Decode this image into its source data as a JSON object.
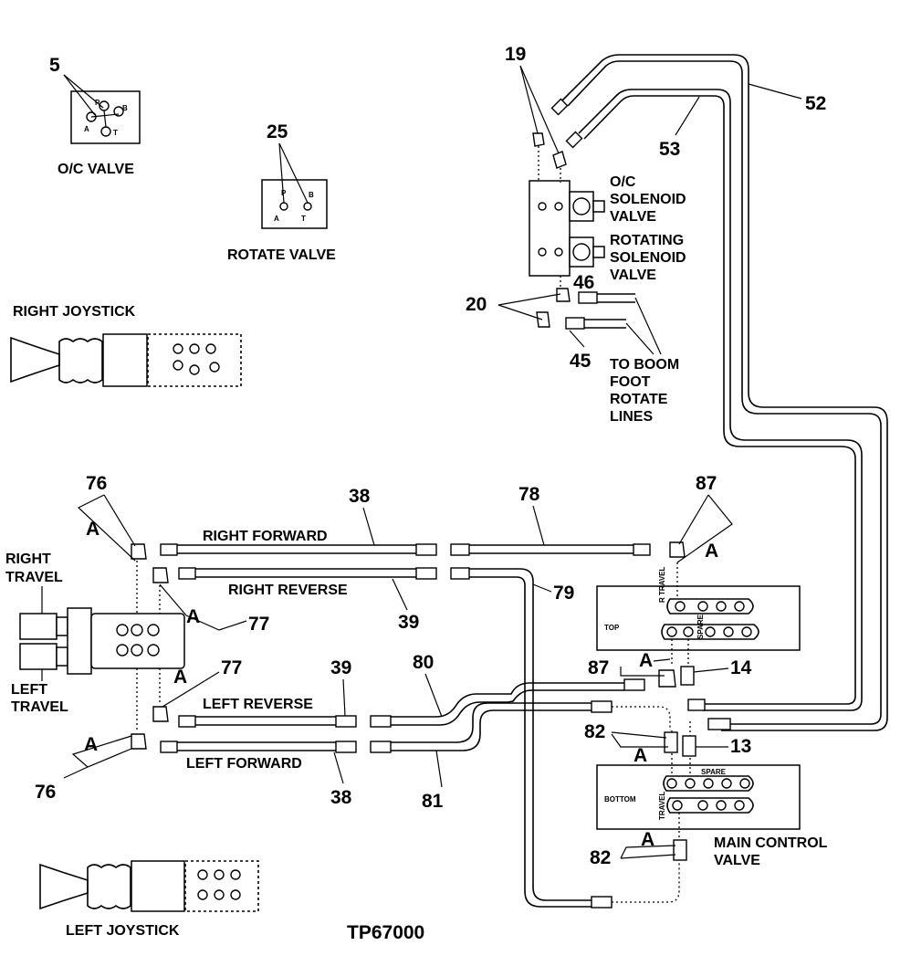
{
  "callouts": {
    "n5": "5",
    "n25": "25",
    "n19": "19",
    "n52": "52",
    "n53": "53",
    "n20": "20",
    "n46": "46",
    "n45": "45",
    "n76a": "76",
    "n76b": "76",
    "n38a": "38",
    "n38b": "38",
    "n78": "78",
    "n87a": "87",
    "n87b": "87",
    "n77a": "77",
    "n77b": "77",
    "n39a": "39",
    "n39b": "39",
    "n79": "79",
    "n80": "80",
    "n81": "81",
    "n14": "14",
    "n13": "13",
    "n82a": "82",
    "n82b": "82",
    "a1": "A",
    "a2": "A",
    "a3": "A",
    "a4": "A",
    "a5": "A",
    "a6": "A",
    "a7": "A",
    "a8": "A",
    "a9": "A"
  },
  "labels": {
    "oc_valve": "O/C VALVE",
    "rotate_valve": "ROTATE VALVE",
    "right_joystick": "RIGHT JOYSTICK",
    "left_joystick": "LEFT JOYSTICK",
    "oc_solenoid": [
      "O/C",
      "SOLENOID",
      "VALVE"
    ],
    "rotating_solenoid": [
      "ROTATING",
      "SOLENOID",
      "VALVE"
    ],
    "boom_lines": [
      "TO BOOM",
      "FOOT",
      "ROTATE",
      "LINES"
    ],
    "right_travel": [
      "RIGHT",
      "TRAVEL"
    ],
    "left_travel": [
      "LEFT",
      "TRAVEL"
    ],
    "right_forward": "RIGHT FORWARD",
    "right_reverse": "RIGHT REVERSE",
    "left_reverse": "LEFT REVERSE",
    "left_forward": "LEFT FORWARD",
    "main_control": [
      "MAIN CONTROL",
      "VALVE"
    ],
    "figure_id": "TP67000"
  },
  "valve_marks": {
    "top": "TOP",
    "bottom": "BOTTOM",
    "r_travel": "R TRAVEL",
    "l_travel": "TRAVEL",
    "spare_top": "SPARE",
    "spare_bottom": "SPARE",
    "port_a": "A",
    "port_b": "B",
    "port_p": "P",
    "port_t": "T"
  }
}
